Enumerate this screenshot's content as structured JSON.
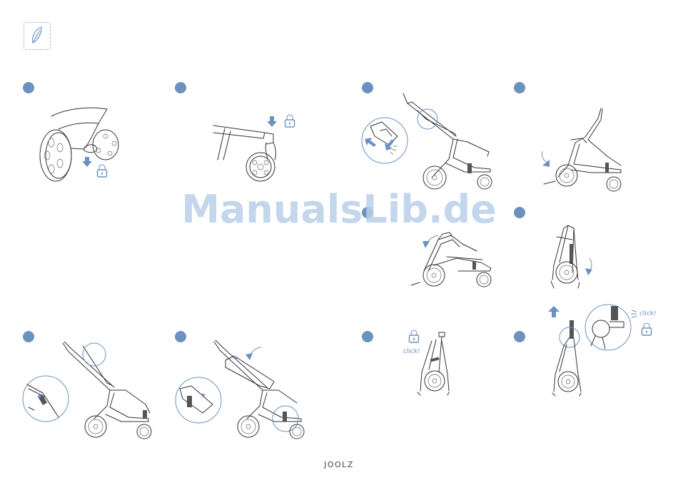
{
  "brand": {
    "name": "JOOLZ"
  },
  "watermark": {
    "text": "ManualsLib.de"
  },
  "labels": {
    "click_1": "click!",
    "click_2": "click!"
  },
  "colors": {
    "accent": "#6b92bf",
    "watermark": "#b9cfe9",
    "line": "#333333"
  },
  "icons": [
    "lock-icon",
    "arrow-down-icon",
    "arrow-up-icon",
    "curved-arrow-icon",
    "logo-leaf-icon"
  ]
}
